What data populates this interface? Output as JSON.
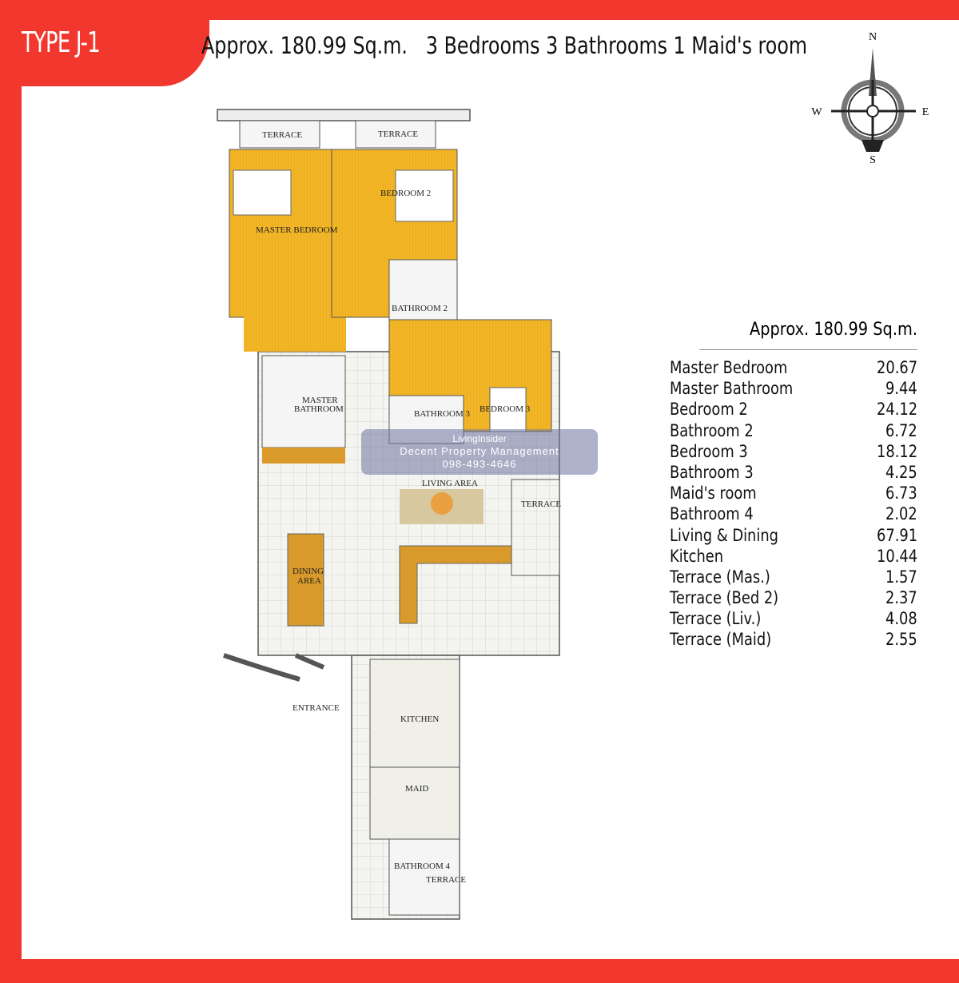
{
  "header": {
    "type": "TYPE J-1",
    "area": "Approx. 180.99 Sq.m.",
    "rooms": "3 Bedrooms 3 Bathrooms 1 Maid's room"
  },
  "compass": {
    "n": "N",
    "s": "S",
    "e": "E",
    "w": "W"
  },
  "plan_labels": {
    "terrace1": "TERRACE",
    "terrace2": "TERRACE",
    "master_bedroom": "MASTER BEDROOM",
    "bedroom2": "BEDROOM 2",
    "bathroom2": "BATHROOM 2",
    "master_bathroom1": "MASTER",
    "master_bathroom2": "BATHROOM",
    "bathroom3": "BATHROOM 3",
    "bedroom3": "BEDROOM 3",
    "living_area": "LIVING AREA",
    "terrace_liv": "TERRACE",
    "dining1": "DINING",
    "dining2": "AREA",
    "entrance": "ENTRANCE",
    "kitchen": "KITCHEN",
    "maid": "MAID",
    "bathroom4": "BATHROOM 4",
    "terrace_maid": "TERRACE"
  },
  "watermark": {
    "brand": "LivingInsider",
    "company": "Decent Property Management",
    "phone": "098-493-4646"
  },
  "area_table": {
    "total": "Approx. 180.99 Sq.m.",
    "rows": [
      {
        "room": "Master Bedroom",
        "area": "20.67"
      },
      {
        "room": "Master Bathroom",
        "area": "9.44"
      },
      {
        "room": "Bedroom 2",
        "area": "24.12"
      },
      {
        "room": "Bathroom 2",
        "area": "6.72"
      },
      {
        "room": "Bedroom 3",
        "area": "18.12"
      },
      {
        "room": "Bathroom 3",
        "area": "4.25"
      },
      {
        "room": "Maid's room",
        "area": "6.73"
      },
      {
        "room": "Bathroom 4",
        "area": "2.02"
      },
      {
        "room": "Living & Dining",
        "area": "67.91"
      },
      {
        "room": "Kitchen",
        "area": "10.44"
      },
      {
        "room": "Terrace (Mas.)",
        "area": "1.57"
      },
      {
        "room": "Terrace (Bed 2)",
        "area": "2.37"
      },
      {
        "room": "Terrace (Liv.)",
        "area": "4.08"
      },
      {
        "room": "Terrace (Maid)",
        "area": "2.55"
      }
    ]
  },
  "colors": {
    "brand_red": "#f2382e",
    "room_yellow": "#f2b526",
    "wood": "#d99a2b"
  }
}
